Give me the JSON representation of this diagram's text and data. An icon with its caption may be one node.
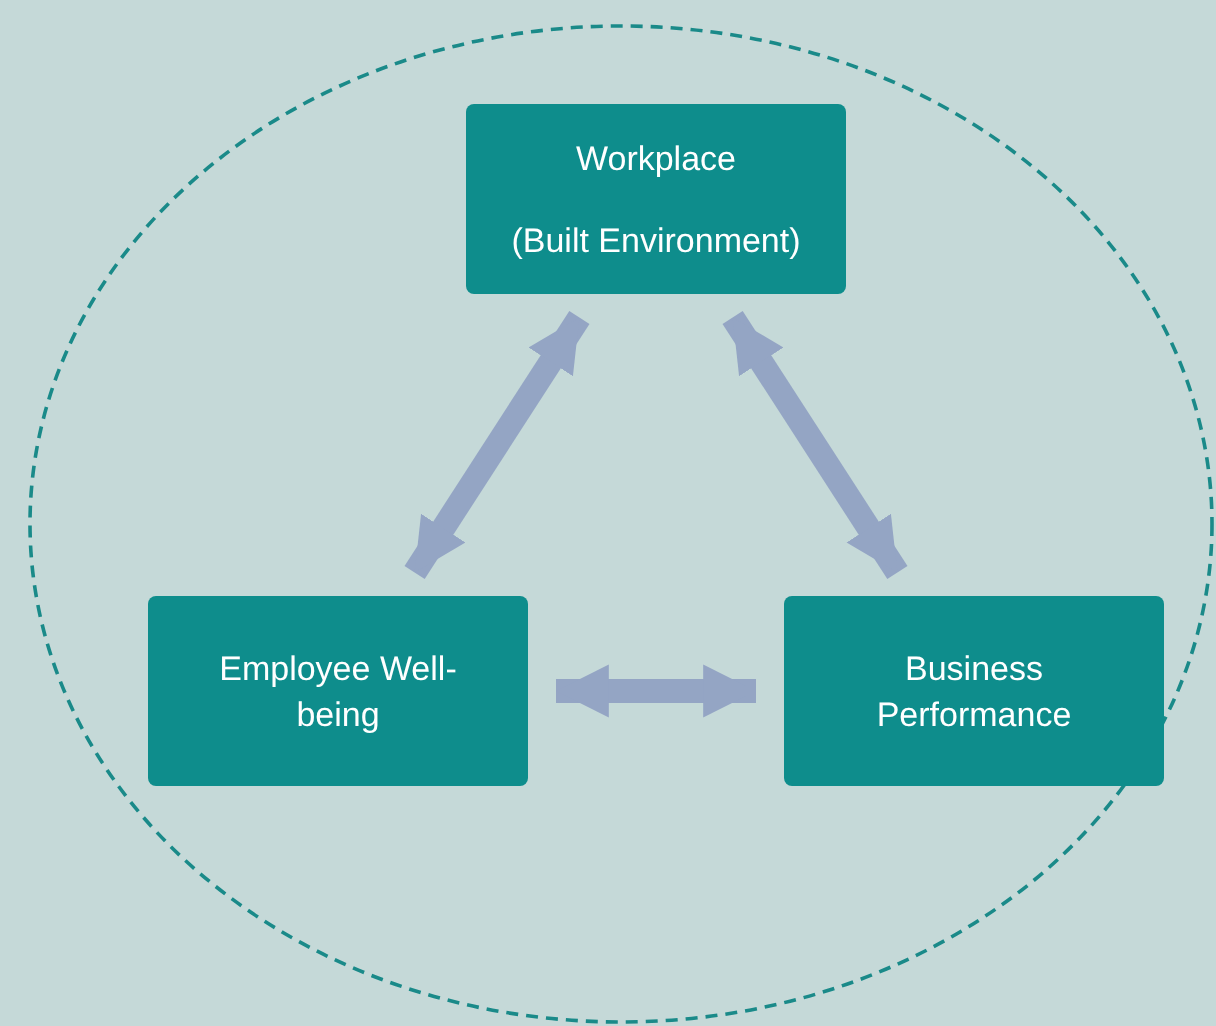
{
  "diagram": {
    "nodes": [
      {
        "text": [],
        "shape": "ellipse"
      },
      {
        "text": [
          "Workplace",
          "(Built Environment)"
        ],
        "in": 0
      },
      {
        "text": [
          "Employee Well-being"
        ],
        "in": 0
      },
      {
        "text": [
          "Business Performance"
        ],
        "in": 0
      }
    ],
    "edges": [
      {
        "from": 1,
        "to": 2,
        "arrow": "both"
      },
      {
        "from": 1,
        "to": 3,
        "arrow": "both"
      },
      {
        "from": 2,
        "to": 3,
        "arrow": "both"
      }
    ]
  }
}
